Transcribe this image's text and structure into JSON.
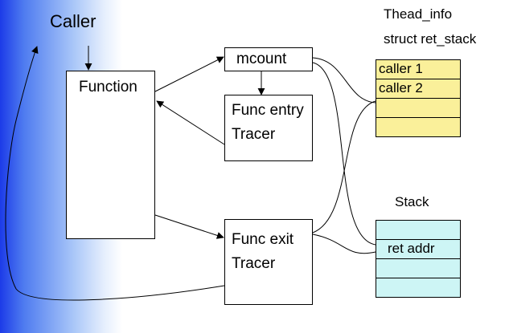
{
  "diagram": {
    "caller_label": "Caller",
    "function_box": {
      "label": "Function"
    },
    "mcount_box": {
      "label": "mcount"
    },
    "entry_tracer_box": {
      "line1": "Func entry",
      "line2": "Tracer"
    },
    "exit_tracer_box": {
      "line1": "Func exit",
      "line2": "Tracer"
    },
    "thread_info": {
      "title": "Thead_info",
      "subtitle": "struct ret_stack",
      "cells": [
        "caller 1",
        "caller 2",
        "",
        ""
      ],
      "fill_color": "#faf09a"
    },
    "stack": {
      "title": "Stack",
      "cells": [
        "",
        "ret addr",
        "",
        ""
      ],
      "fill_color": "#cdf5f5"
    }
  }
}
